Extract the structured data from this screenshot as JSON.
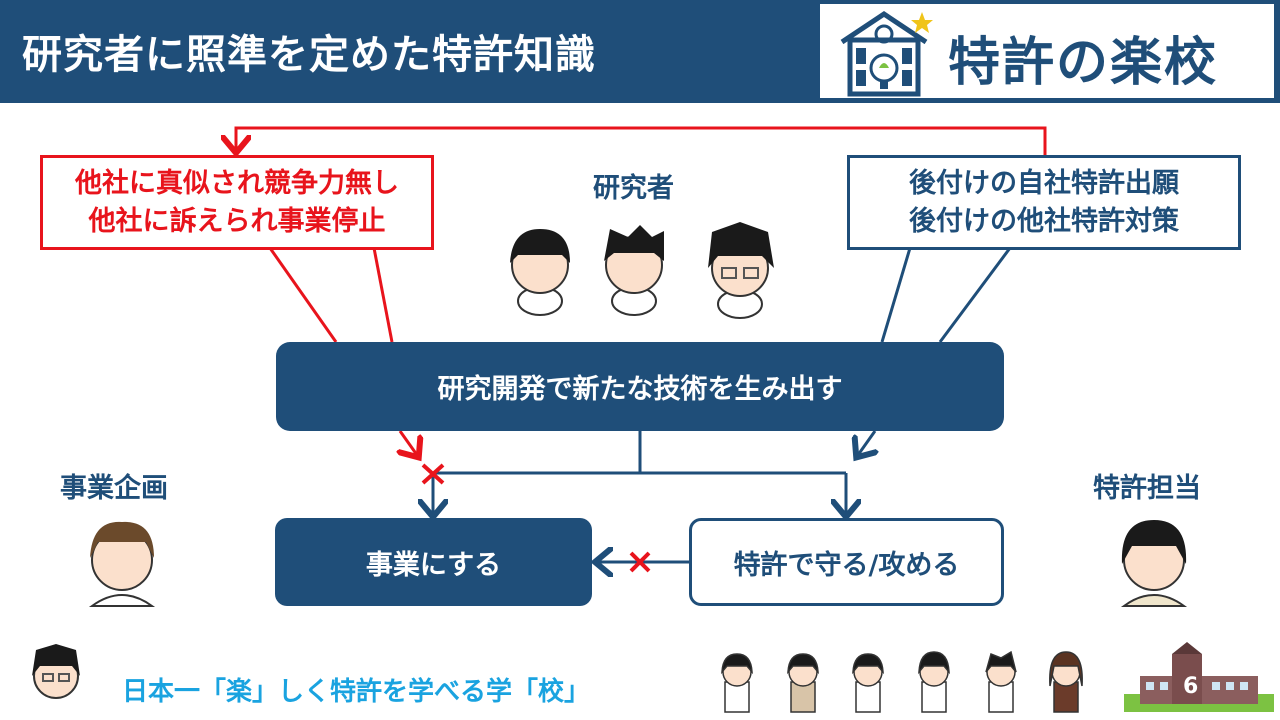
{
  "header": {
    "title": "研究者に照準を定めた特許知識",
    "logo_text": "特許の楽校"
  },
  "roles": {
    "researcher": "研究者",
    "planning": "事業企画",
    "ip": "特許担当"
  },
  "risk_box": {
    "line1": "他社に真似され競争力無し",
    "line2": "他社に訴えられ事業停止"
  },
  "afterthought_box": {
    "line1": "後付けの自社特許出願",
    "line2": "後付けの他社特許対策"
  },
  "flow": {
    "rd": "研究開発で新たな技術を生み出す",
    "business": "事業にする",
    "patent": "特許で守る/攻める"
  },
  "footer": {
    "slogan": "日本一「楽」しく特許を学べる学「校」",
    "page": "6"
  },
  "colors": {
    "navy": "#1f4e79",
    "red": "#e8141c",
    "sky": "#1aa3e0"
  }
}
